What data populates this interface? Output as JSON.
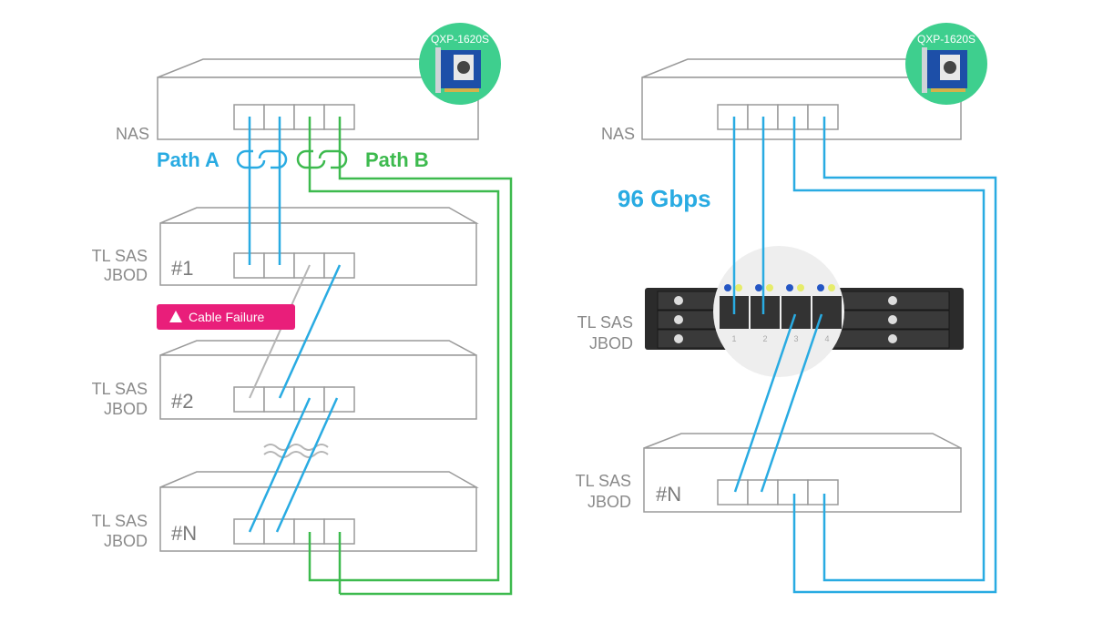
{
  "left_diagram": {
    "nas_label": "NAS",
    "card_label": "QXP-1620S",
    "path_a_label": "Path A",
    "path_b_label": "Path B",
    "jbods": [
      {
        "label_line1": "TL SAS",
        "label_line2": "JBOD",
        "number": "#1"
      },
      {
        "label_line1": "TL SAS",
        "label_line2": "JBOD",
        "number": "#2"
      },
      {
        "label_line1": "TL SAS",
        "label_line2": "JBOD",
        "number": "#N"
      }
    ],
    "failure_badge": "Cable Failure",
    "colors": {
      "path_a": "#29abe2",
      "path_b": "#3dba4e",
      "failure": "#e91e7a",
      "failed_cable": "#b5b5b5"
    }
  },
  "right_diagram": {
    "nas_label": "NAS",
    "card_label": "QXP-1620S",
    "bandwidth_label": "96 Gbps",
    "photo_jbod": {
      "label_line1": "TL SAS",
      "label_line2": "JBOD",
      "port_numbers": [
        "1",
        "2",
        "3",
        "4"
      ]
    },
    "jbod_n": {
      "label_line1": "TL SAS",
      "label_line2": "JBOD",
      "number": "#N"
    },
    "colors": {
      "cable": "#29abe2"
    }
  }
}
